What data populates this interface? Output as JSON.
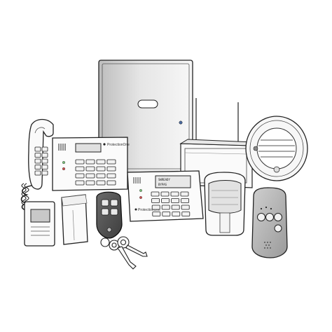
{
  "scene": {
    "keypad_large": {
      "brand": "ProtectionOne"
    },
    "keypad_small": {
      "brand": "ProtectionOne",
      "lcd_line1": "SWREADY",
      "lcd_line2": "BYPAS"
    }
  }
}
